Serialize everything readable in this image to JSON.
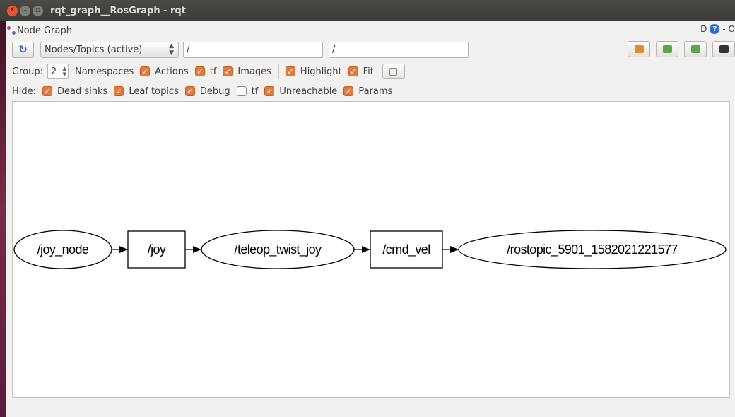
{
  "window": {
    "title": "rqt_graph__RosGraph - rqt"
  },
  "dock": {
    "title": "Node Graph",
    "right_letter": "D",
    "help_glyph": "?",
    "right_extra": "- O"
  },
  "toolbar": {
    "refresh_icon": "refresh-icon",
    "graph_type": "Nodes/Topics (active)",
    "node_filter": "/",
    "topic_filter": "/",
    "tool_buttons": [
      {
        "name": "load-dot-icon",
        "color": "#e8872c"
      },
      {
        "name": "save-dot-icon",
        "color": "#5aa74a"
      },
      {
        "name": "save-svg-icon",
        "color": "#5aa74a"
      },
      {
        "name": "save-image-icon",
        "color": "#333333"
      }
    ]
  },
  "options": {
    "group_label": "Group:",
    "group_value": "2",
    "namespaces_label": "Namespaces",
    "checks": [
      {
        "label": "Actions",
        "checked": true
      },
      {
        "label": "tf",
        "checked": true
      },
      {
        "label": "Images",
        "checked": true
      },
      {
        "label": "Highlight",
        "checked": true
      },
      {
        "label": "Fit",
        "checked": true
      }
    ]
  },
  "hide": {
    "label": "Hide:",
    "checks": [
      {
        "label": "Dead sinks",
        "checked": true
      },
      {
        "label": "Leaf topics",
        "checked": true
      },
      {
        "label": "Debug",
        "checked": true
      },
      {
        "label": "tf",
        "checked": false
      },
      {
        "label": "Unreachable",
        "checked": true
      },
      {
        "label": "Params",
        "checked": true
      }
    ]
  },
  "graph": {
    "nodes": [
      {
        "id": "joy_node",
        "label": "/joy_node",
        "shape": "ellipse"
      },
      {
        "id": "joy",
        "label": "/joy",
        "shape": "box"
      },
      {
        "id": "teleop_twist_joy",
        "label": "/teleop_twist_joy",
        "shape": "ellipse"
      },
      {
        "id": "cmd_vel",
        "label": "/cmd_vel",
        "shape": "box"
      },
      {
        "id": "rostopic",
        "label": "/rostopic_5901_1582021221577",
        "shape": "ellipse"
      }
    ],
    "edges": [
      [
        "joy_node",
        "joy"
      ],
      [
        "joy",
        "teleop_twist_joy"
      ],
      [
        "teleop_twist_joy",
        "cmd_vel"
      ],
      [
        "cmd_vel",
        "rostopic"
      ]
    ]
  }
}
